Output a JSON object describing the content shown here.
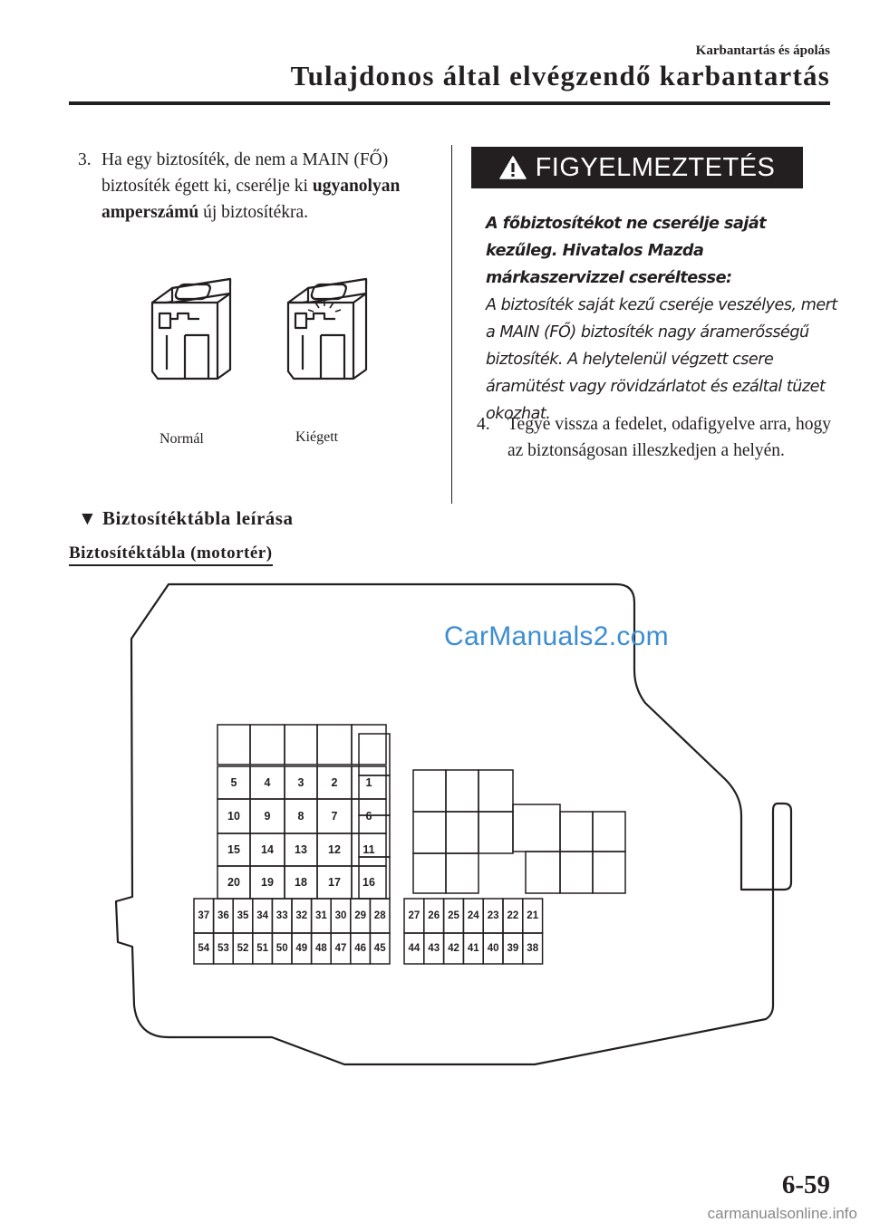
{
  "header": {
    "section": "Karbantartás és ápolás",
    "title": "Tulajdonos által elvégzendő karbantartás"
  },
  "step3": {
    "number": "3.",
    "text_a": "Ha egy biztosíték, de nem a MAIN (FŐ) biztosíték égett ki, cserélje ki ",
    "text_bold": "ugyanolyan amperszámú",
    "text_b": " új biztosítékra."
  },
  "fuse_images": {
    "normal_label": "Normál",
    "blown_label": "Kiégett"
  },
  "warning": {
    "title": "FIGYELMEZTETÉS",
    "bold_text": "A főbiztosítékot ne cserélje saját kezűleg. Hivatalos Mazda márkaszervizzel cseréltesse:",
    "body_text": "A biztosíték saját kezű cseréje veszélyes, mert a MAIN (FŐ) biztosíték nagy áramerősségű biztosíték. A helytelenül végzett csere áramütést vagy rövidzárlatot és ezáltal tüzet okozhat."
  },
  "step4": {
    "number": "4.",
    "text": "Tegye vissza a fedelet, odafigyelve arra, hogy az biztonságosan illeszkedjen a helyén."
  },
  "subsection": {
    "marker": "▼",
    "title": "Biztosítéktábla leírása"
  },
  "diagram": {
    "title": "Biztosítéktábla (motortér)",
    "upper_rows": [
      [
        "5",
        "4",
        "3",
        "2",
        "1"
      ],
      [
        "10",
        "9",
        "8",
        "7",
        "6"
      ],
      [
        "15",
        "14",
        "13",
        "12",
        "11"
      ],
      [
        "20",
        "19",
        "18",
        "17",
        "16"
      ]
    ],
    "left_bottom_rows": [
      [
        "37",
        "36",
        "35",
        "34",
        "33",
        "32",
        "31",
        "30",
        "29",
        "28"
      ],
      [
        "54",
        "53",
        "52",
        "51",
        "50",
        "49",
        "48",
        "47",
        "46",
        "45"
      ]
    ],
    "right_bottom_rows": [
      [
        "27",
        "26",
        "25",
        "24",
        "23",
        "22",
        "21"
      ],
      [
        "44",
        "43",
        "42",
        "41",
        "40",
        "39",
        "38"
      ]
    ]
  },
  "watermark": "CarManuals2.com",
  "footer": {
    "page_number": "6-59",
    "site": "carmanualsonline.info"
  }
}
